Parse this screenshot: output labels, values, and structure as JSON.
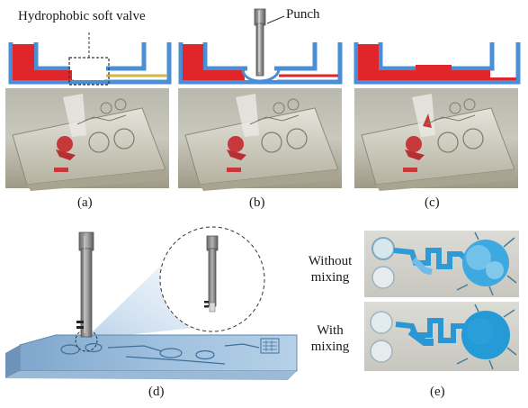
{
  "annotations": {
    "valve_label": "Hydrophobic soft valve",
    "punch_label": "Punch"
  },
  "captions": [
    "(a)",
    "(b)",
    "(c)",
    "(d)",
    "(e)"
  ],
  "mixing": {
    "without": [
      "Without",
      "mixing"
    ],
    "with": [
      "With",
      "mixing"
    ]
  },
  "colors": {
    "channel_blue": "#4a8fd6",
    "fluid_red": "#e0262b",
    "dye_blue": "#2e9ad6",
    "chip_blue": "#8fb6d9"
  }
}
